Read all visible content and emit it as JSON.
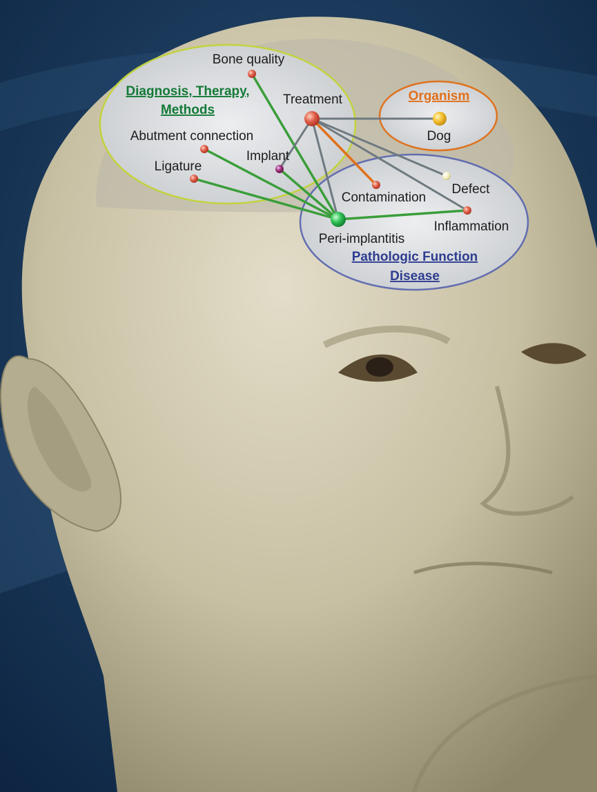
{
  "colors": {
    "background": "#0f2a4a",
    "diagnosis": "#137a36",
    "organism": "#e0701a",
    "pathologic": "#2e3d8f",
    "edge_green": "#3a9e3a",
    "edge_gray": "#6e7a80",
    "edge_orange": "#e0701a"
  },
  "groups": {
    "diagnosis": {
      "line1": "Diagnosis, Therapy,",
      "line2": "Methods"
    },
    "organism": {
      "line1": "Organism"
    },
    "pathologic": {
      "line1": "Pathologic Function",
      "line2": "Disease"
    }
  },
  "nodes": {
    "bone_quality": "Bone quality",
    "treatment": "Treatment",
    "abutment_connection": "Abutment connection",
    "implant": "Implant",
    "ligature": "Ligature",
    "dog": "Dog",
    "defect": "Defect",
    "contamination": "Contamination",
    "inflammation": "Inflammation",
    "peri_implantitis": "Peri-implantitis"
  }
}
